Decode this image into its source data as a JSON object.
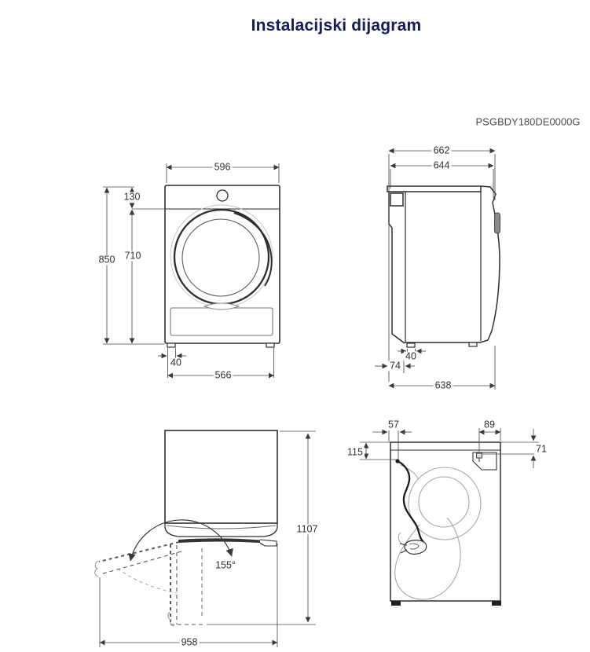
{
  "title": "Instalacijski dijagram",
  "model_code": "PSGBDY180DE0000G",
  "colors": {
    "title_text": "#141d5a",
    "outline": "#2e2e2e",
    "dimension": "#3a3a3a",
    "hose": "#a6a6a6"
  },
  "views": {
    "front": {
      "name": "front view",
      "dims": {
        "width": "596",
        "panel_height": "130",
        "total_height": "850",
        "door_height": "710",
        "foot_width": "40",
        "feet_span": "566"
      }
    },
    "side": {
      "name": "side view",
      "dims": {
        "total_depth": "662",
        "top_depth": "644",
        "foot_width": "40",
        "back_offset": "74",
        "base_depth": "638"
      }
    },
    "door_swing": {
      "name": "door opening view",
      "dims": {
        "open_height": "1107",
        "open_angle": "155°",
        "open_width": "958"
      }
    },
    "back": {
      "name": "rear view",
      "dims": {
        "cable_offset_x": "57",
        "inlet_offset_x": "89",
        "cable_offset_y": "115",
        "inlet_offset_y": "71"
      }
    }
  }
}
